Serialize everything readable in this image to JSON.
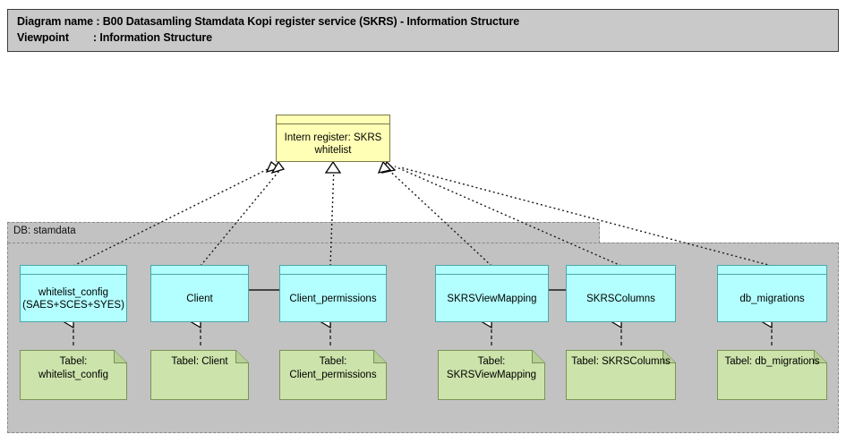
{
  "header": {
    "line1": "Diagram name : B00 Datasamling Stamdata Kopi register service (SKRS) - Information Structure",
    "line2": "Viewpoint        : Information Structure"
  },
  "container": {
    "label": "DB: stamdata"
  },
  "register": {
    "label": "Intern register: SKRS whitelist"
  },
  "entities": [
    {
      "id": "whitelist_config",
      "label": "whitelist_config\n(SAES+SCES+SYES)",
      "table": "Tabel:\nwhitelist_config"
    },
    {
      "id": "client",
      "label": "Client",
      "table": "Tabel: Client"
    },
    {
      "id": "client_permissions",
      "label": "Client_permissions",
      "table": "Tabel:\nClient_permissions"
    },
    {
      "id": "skrsviewmapping",
      "label": "SKRSViewMapping",
      "table": "Tabel:\nSKRSViewMapping"
    },
    {
      "id": "skrscolumns",
      "label": "SKRSColumns",
      "table": "Tabel: SKRSColumns"
    },
    {
      "id": "db_migrations",
      "label": "db_migrations",
      "table": "Tabel: db_migrations"
    }
  ],
  "colors": {
    "header_bar": "#c9c9c9",
    "container": "#c2c2c2",
    "register": "#ffffb5",
    "entity": "#b3ffff",
    "note": "#cce3ab",
    "line": "#1a1a1a"
  }
}
